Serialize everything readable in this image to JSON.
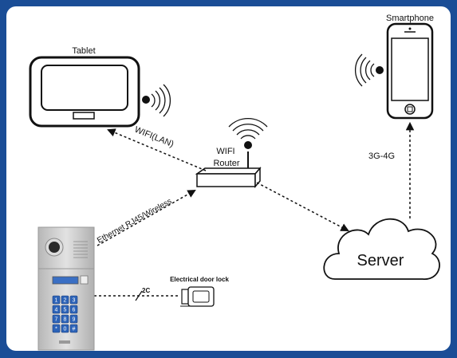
{
  "labels": {
    "tablet": "Tablet",
    "smartphone": "Smartphone",
    "wifi_line1": "WIFI",
    "wifi_line2": "Router",
    "wifi_lan": "WIFI(LAN)",
    "ethernet": "Ethernet RJ45/Wireless",
    "server": "Server",
    "cellular": "3G-4G",
    "door_lock": "Electrical door lock",
    "two_c": "2C"
  },
  "keypad": [
    "1",
    "2",
    "3",
    "4",
    "5",
    "6",
    "7",
    "8",
    "9",
    "*",
    "0",
    "#"
  ],
  "colors": {
    "frame": "#1a4d96",
    "keypad_key": "#2c63b8",
    "lcd": "#3a6fc4",
    "device_panel": "#c9c9c9"
  }
}
